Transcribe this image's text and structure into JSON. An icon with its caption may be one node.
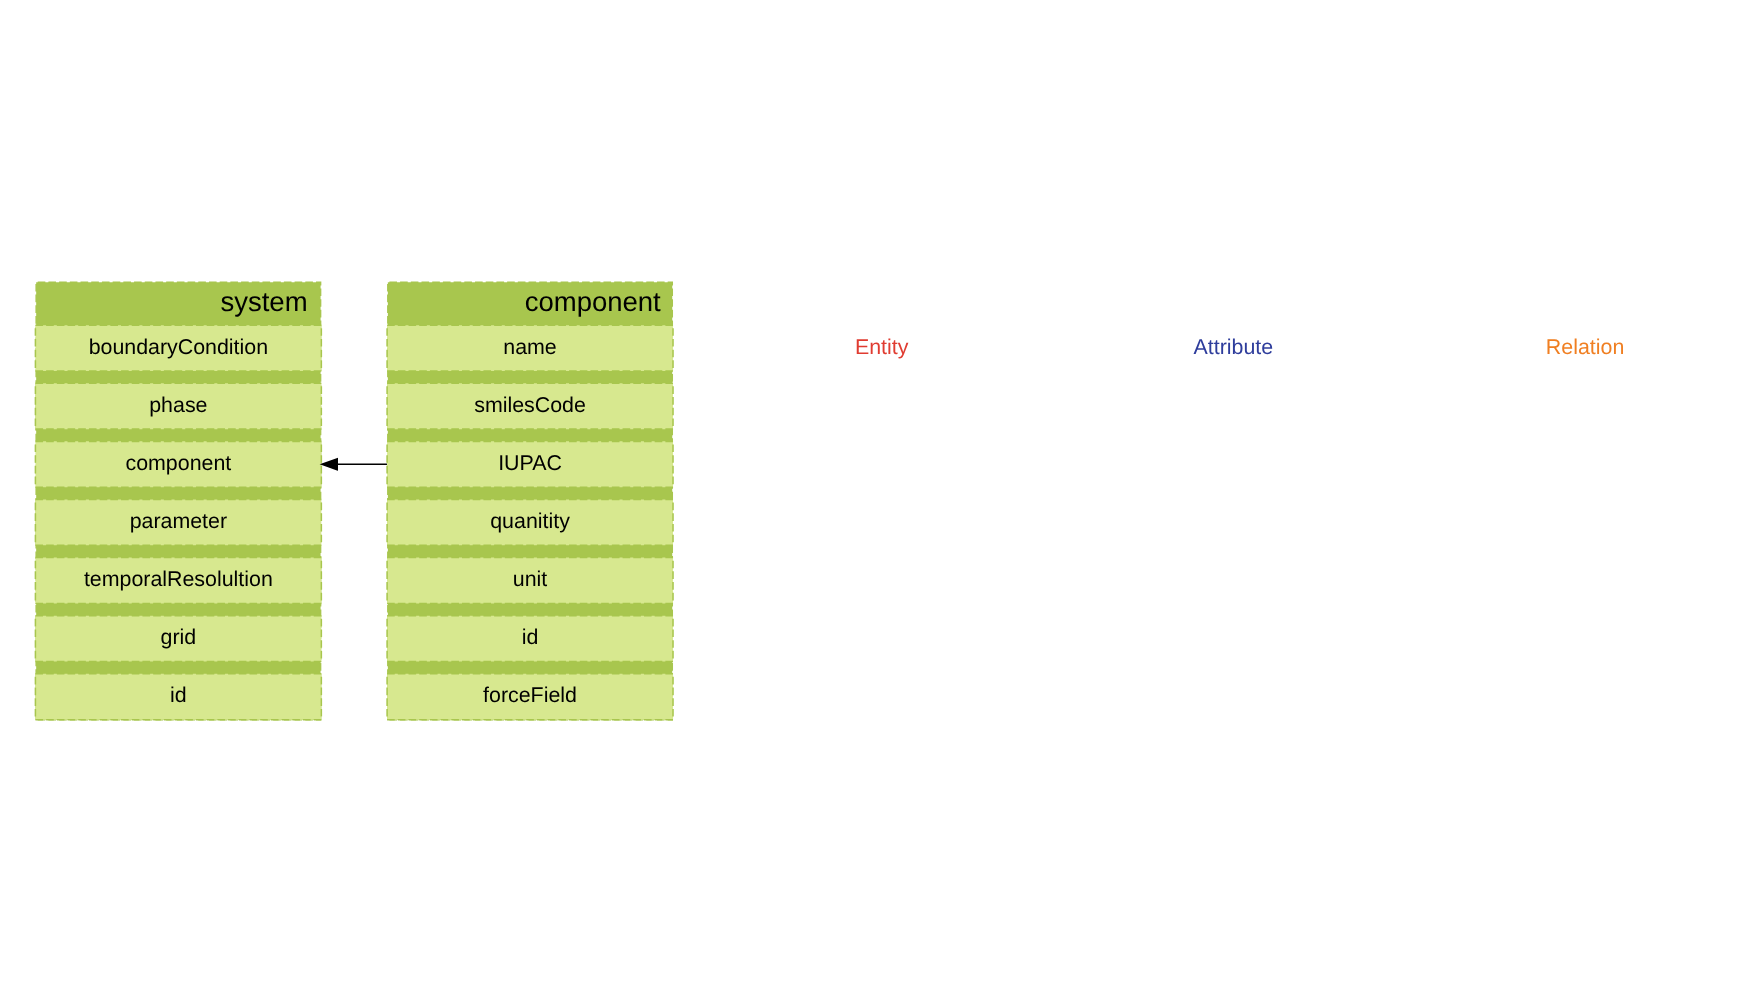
{
  "diagram": {
    "nodes": [
      {
        "text": [
          "system"
        ]
      },
      {
        "text": [
          "boundaryCondition"
        ],
        "in": 0
      },
      {
        "text": [
          "phase"
        ],
        "in": 0
      },
      {
        "text": [
          "component"
        ],
        "in": 0
      },
      {
        "text": [
          "parameter"
        ],
        "in": 0
      },
      {
        "text": [
          "temporalResolultion"
        ],
        "in": 0
      },
      {
        "text": [
          "grid"
        ],
        "in": 0
      },
      {
        "text": [
          "id"
        ],
        "in": 0
      },
      {
        "text": [
          "component"
        ]
      },
      {
        "text": [
          "name"
        ],
        "in": 8
      },
      {
        "text": [
          "smilesCode"
        ],
        "in": 8
      },
      {
        "text": [
          "IUPAC"
        ],
        "in": 8
      },
      {
        "text": [
          "quanitity"
        ],
        "in": 8
      },
      {
        "text": [
          "unit"
        ],
        "in": 8
      },
      {
        "text": [
          "id"
        ],
        "in": 8
      },
      {
        "text": [
          "forceField"
        ],
        "in": 8
      }
    ],
    "edges": [
      {
        "from": 11,
        "to": 3,
        "arrow": "to"
      }
    ],
    "labels": [
      "Entity",
      "Attribute",
      "Relation"
    ]
  }
}
